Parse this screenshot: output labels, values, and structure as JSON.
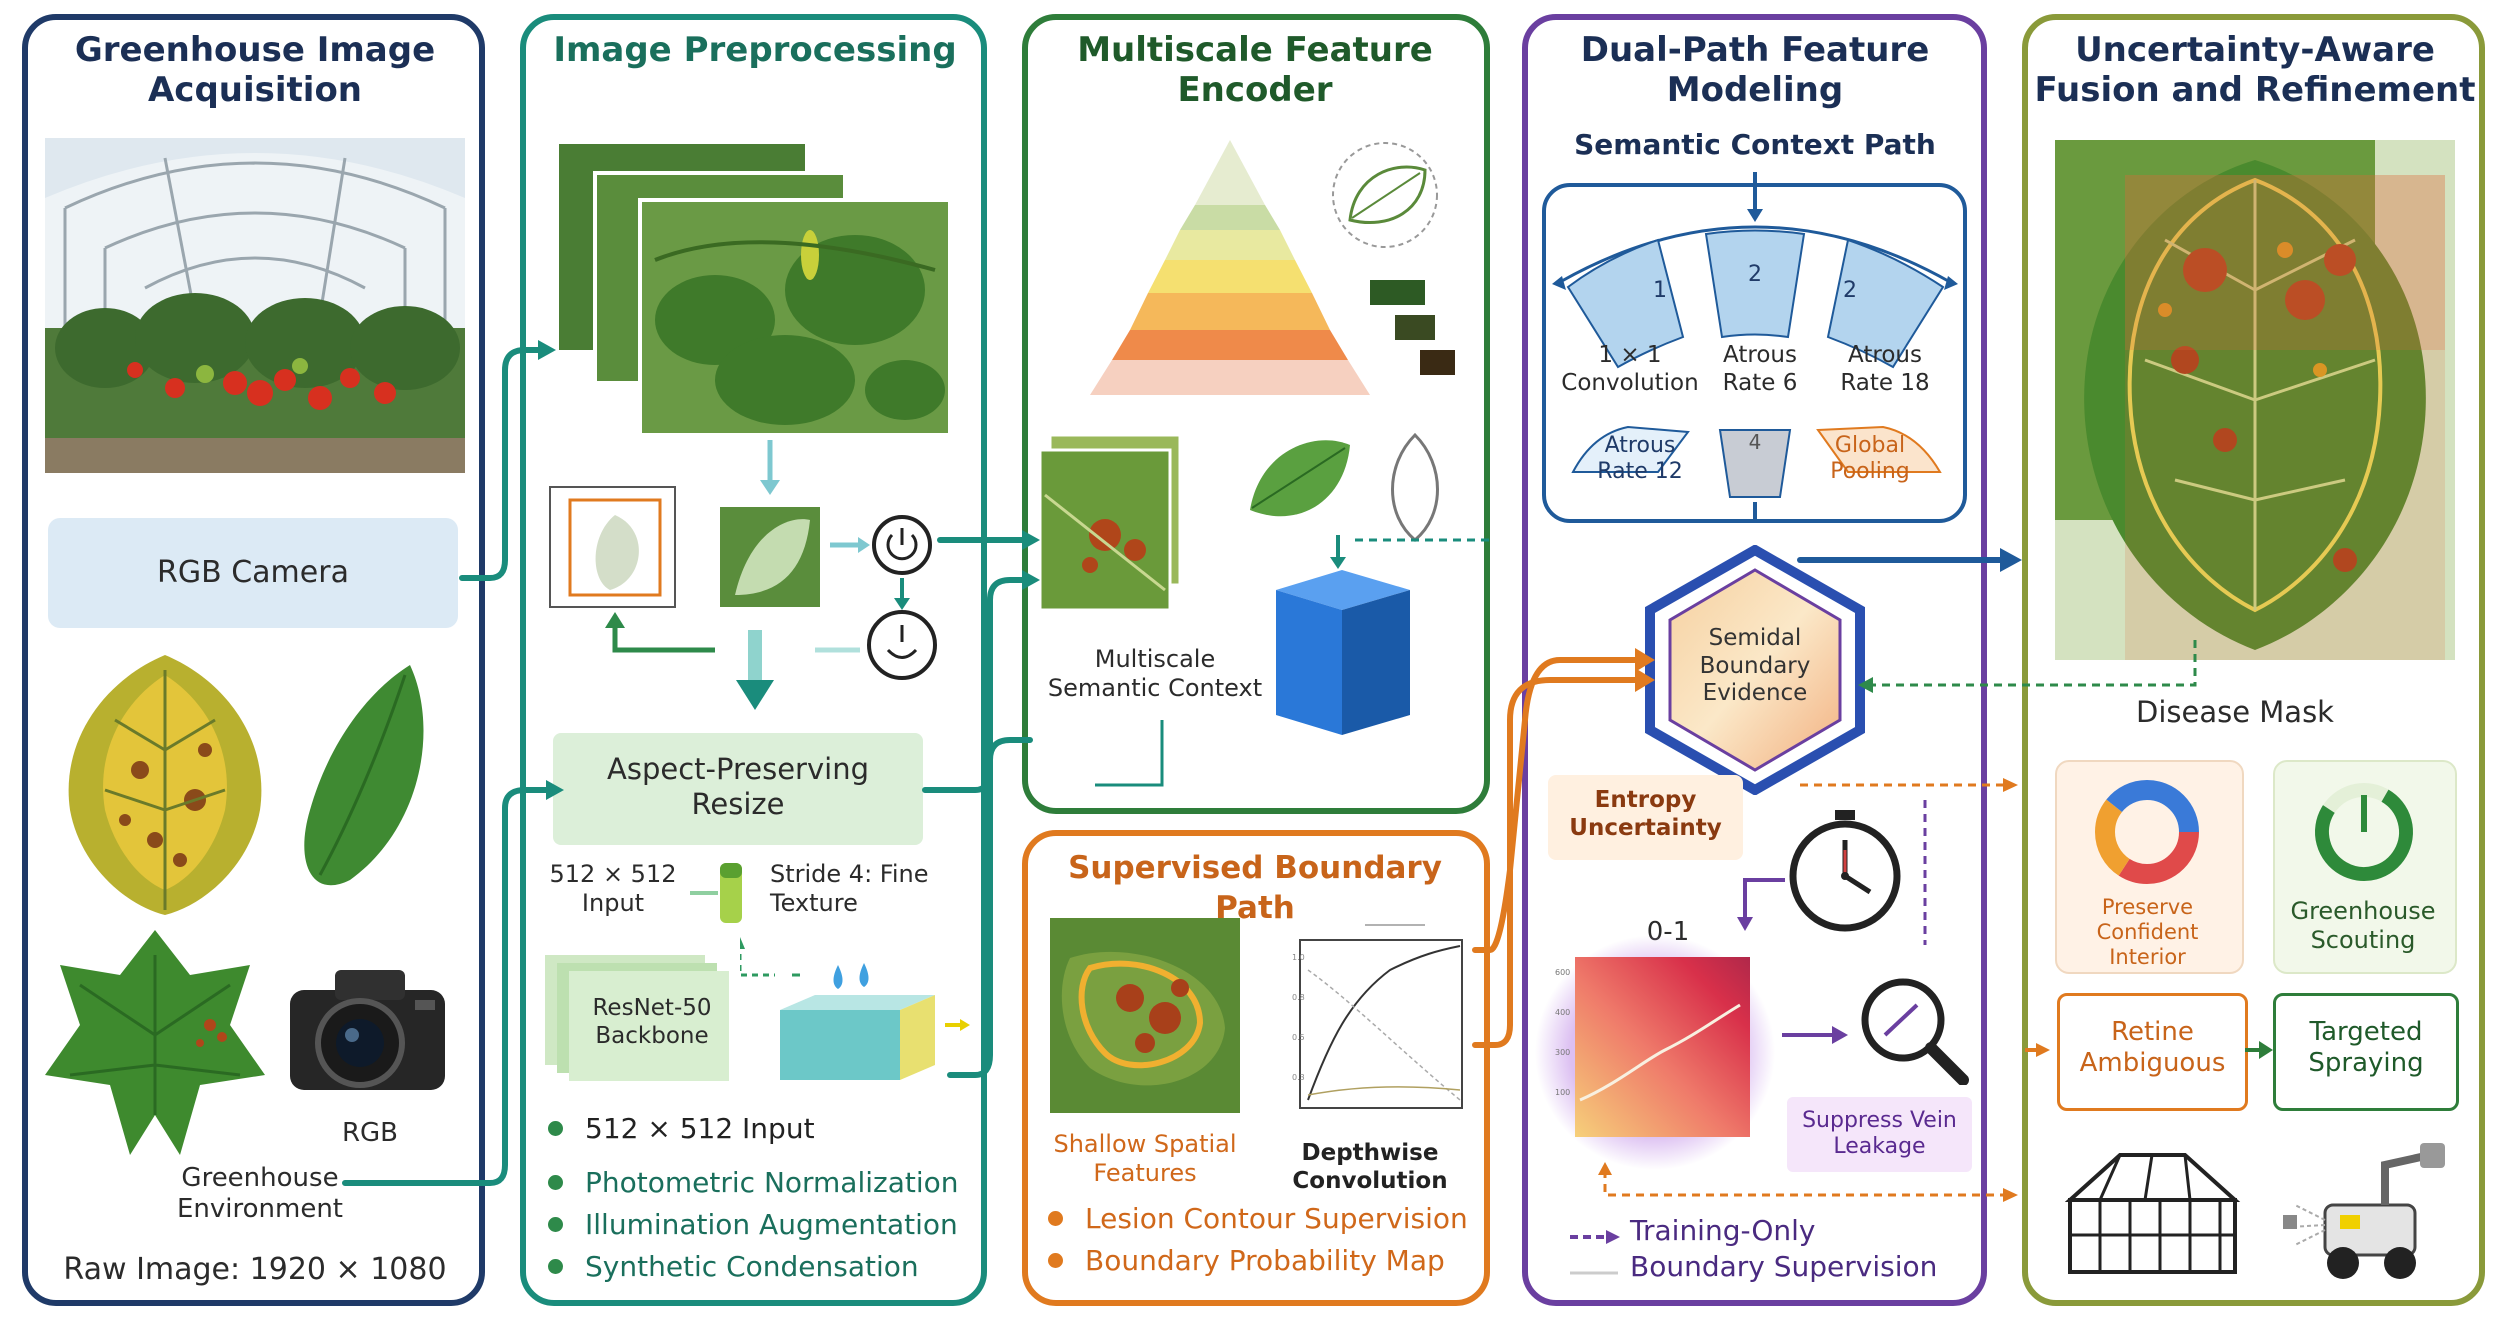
{
  "panels": {
    "acquisition": {
      "title": "Greenhouse Image\nAcquisition",
      "camera_box": "RGB Camera",
      "rgb_label": "RGB",
      "environment_label": "Greenhouse\nEnvironment",
      "raw_image": "Raw Image: 1920 × 1080"
    },
    "preprocessing": {
      "title": "Image Preprocessing",
      "resize_box": "Aspect-Preserving\nResize",
      "input_note": "512 × 512\nInput",
      "stride_note": "Stride 4: Fine\nTexture",
      "backbone": "ResNet-50\nBackbone",
      "bullets": [
        "512 × 512 Input",
        "Photometric Normalization",
        "Illumination Augmentation",
        "Synthetic Condensation"
      ]
    },
    "encoder": {
      "title": "Multiscale Feature\nEncoder",
      "context_label": "Multiscale\nSemantic Context"
    },
    "boundary": {
      "title": "Supervised Boundary Path",
      "shallow_label": "Shallow Spatial\nFeatures",
      "depthwise_label": "Depthwise\nConvolution",
      "bullets": [
        "Lesion Contour Supervision",
        "Boundary Probability Map"
      ]
    },
    "dualpath": {
      "title": "Dual-Path Feature\nModeling",
      "subtitle": "Semantic Context Path",
      "branches": [
        {
          "num": "1",
          "label": "1 × 1\nConvolution"
        },
        {
          "num": "2",
          "label": "Atrous\nRate 6"
        },
        {
          "num": "2",
          "label": "Atrous\nRate 18"
        },
        {
          "num": "",
          "label": "Atrous\nRate 12"
        },
        {
          "num": "4",
          "label": ""
        },
        {
          "num": "",
          "label": "Global\nPooling"
        }
      ],
      "hex_label": "Semidal\nBoundary\nEvidence",
      "entropy": "Entropy\nUncertainty",
      "range": "0-1",
      "suppress": "Suppress Vein\nLeakage",
      "legend_training": "Training-Only",
      "legend_boundary": "Boundary Supervision"
    },
    "fusion": {
      "title": "Uncertainty-Aware\nFusion and Refinement",
      "mask_label": "Disease Mask",
      "preserve": "Preserve\nConfident\nInterior",
      "scouting": "Greenhouse\nScouting",
      "refine": "Retine\nAmbiguous",
      "spraying": "Targeted\nSpraying"
    }
  },
  "colors": {
    "navy": "#1f3a68",
    "teal": "#1a8c7c",
    "green": "#2e7d3a",
    "orange": "#e07a1f",
    "purple": "#6a3fa0",
    "olive": "#8a9a3a"
  }
}
